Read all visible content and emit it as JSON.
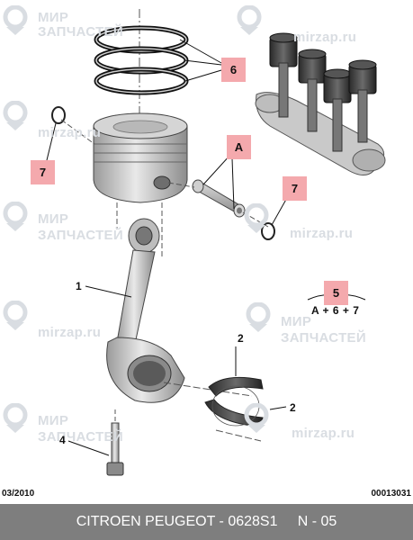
{
  "watermark": {
    "brand_ru_top": "МИР",
    "brand_ru_bottom": "ЗАПЧАСТЕЙ",
    "domain": "mirzap.ru"
  },
  "callouts": {
    "rings": "6",
    "piston_assembly": "A",
    "circlip_left": "7",
    "circlip_right": "7",
    "kit": "5",
    "kit_formula": "A + 6 + 7",
    "connecting_rod": "1",
    "bearing_upper": "2",
    "bearing_lower": "2",
    "bolt": "4"
  },
  "codes": {
    "date": "03/2010",
    "illustration": "00013031"
  },
  "footer": {
    "title": "CITROEN PEUGEOT - 0628S1",
    "page": "N - 05"
  },
  "colors": {
    "callout_fill": "#f4a9ad",
    "watermark": "#d9dde2",
    "footer_bg": "#7e7e7e"
  }
}
